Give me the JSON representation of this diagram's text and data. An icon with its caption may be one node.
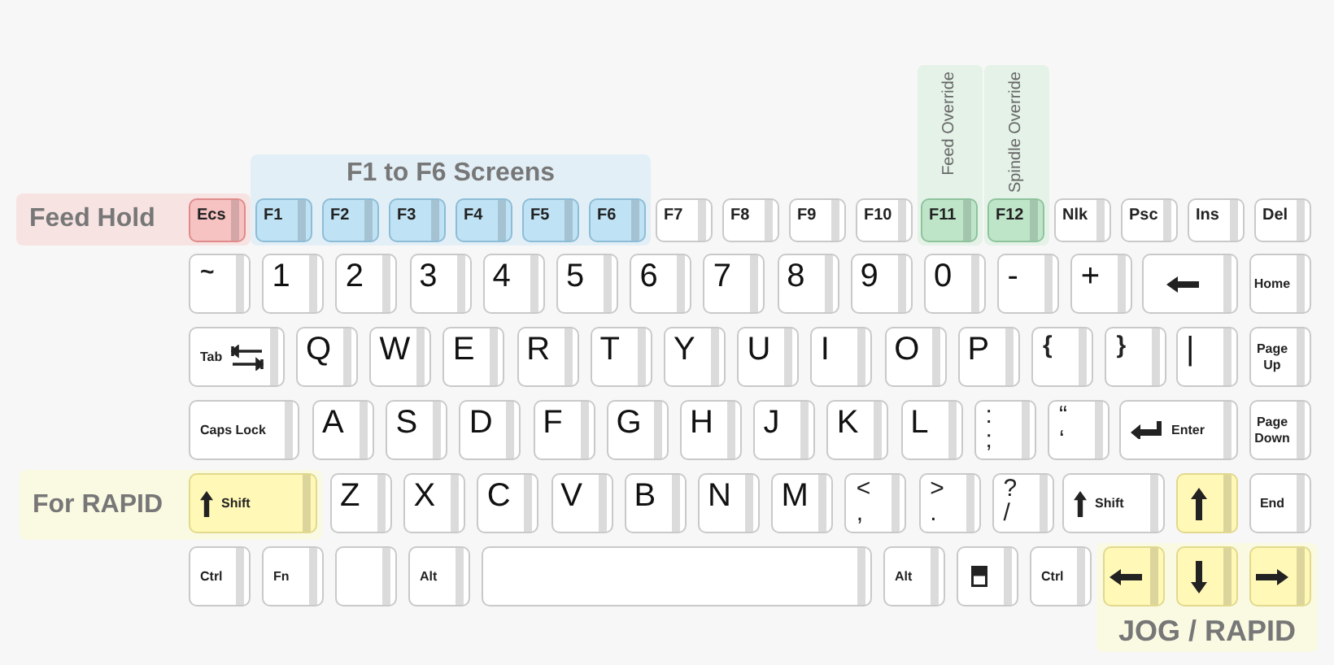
{
  "diagram": {
    "nodes": [
      {
        "text": [
          "Feed Override"
        ]
      },
      {
        "text": [
          "Spindle Override"
        ]
      },
      {
        "text": [
          "F1 to F6 Screens"
        ]
      },
      {
        "text": [
          "Feed Hold"
        ]
      },
      {
        "text": [
          "Ecs"
        ],
        "in": 3
      },
      {
        "text": [
          "F1"
        ],
        "in": 2
      },
      {
        "text": [
          "F2"
        ],
        "in": 2
      },
      {
        "text": [
          "F3"
        ],
        "in": 2
      },
      {
        "text": [
          "F4"
        ],
        "in": 2
      },
      {
        "text": [
          "F5"
        ],
        "in": 2
      },
      {
        "text": [
          "F6"
        ],
        "in": 2
      },
      {
        "text": [
          "F7"
        ]
      },
      {
        "text": [
          "F8"
        ]
      },
      {
        "text": [
          "F9"
        ]
      },
      {
        "text": [
          "F10"
        ]
      },
      {
        "text": [
          "F11"
        ],
        "in": 0
      },
      {
        "text": [
          "F12"
        ],
        "in": 1
      },
      {
        "text": [
          "Nlk"
        ]
      },
      {
        "text": [
          "Psc"
        ]
      },
      {
        "text": [
          "Ins"
        ]
      },
      {
        "text": [
          "Del"
        ]
      },
      {
        "text": [
          "~"
        ]
      },
      {
        "text": [
          "1"
        ]
      },
      {
        "text": [
          "2"
        ]
      },
      {
        "text": [
          "3"
        ]
      },
      {
        "text": [
          "4"
        ]
      },
      {
        "text": [
          "5"
        ]
      },
      {
        "text": [
          "6"
        ]
      },
      {
        "text": [
          "7"
        ]
      },
      {
        "text": [
          "8"
        ]
      },
      {
        "text": [
          "9"
        ]
      },
      {
        "text": [
          "0"
        ]
      },
      {
        "text": [
          "-"
        ]
      },
      {
        "text": [
          "+"
        ]
      },
      {
        "text": [],
        "shape": "box"
      },
      {
        "text": [
          "Home"
        ]
      },
      {
        "text": [
          "Tab"
        ]
      },
      {
        "text": [
          "Q"
        ]
      },
      {
        "text": [
          "W"
        ]
      },
      {
        "text": [
          "E"
        ]
      },
      {
        "text": [
          "R"
        ]
      },
      {
        "text": [
          "T"
        ]
      },
      {
        "text": [
          "Y"
        ]
      },
      {
        "text": [
          "U"
        ]
      },
      {
        "text": [
          "I"
        ]
      },
      {
        "text": [
          "O"
        ]
      },
      {
        "text": [
          "P"
        ]
      },
      {
        "text": [
          "{"
        ]
      },
      {
        "text": [
          "}"
        ]
      },
      {
        "text": [
          "|"
        ]
      },
      {
        "text": [
          "Page Up"
        ]
      },
      {
        "text": [
          "Caps Lock"
        ]
      },
      {
        "text": [
          "A"
        ]
      },
      {
        "text": [
          "S"
        ]
      },
      {
        "text": [
          "D"
        ]
      },
      {
        "text": [
          "F"
        ]
      },
      {
        "text": [
          "G"
        ]
      },
      {
        "text": [
          "H"
        ]
      },
      {
        "text": [
          "J"
        ]
      },
      {
        "text": [
          "K"
        ]
      },
      {
        "text": [
          "L"
        ]
      },
      {
        "text": [
          ":",
          ";"
        ]
      },
      {
        "text": [
          "“",
          "‘"
        ]
      },
      {
        "text": [
          "Enter"
        ]
      },
      {
        "text": [
          "Page Down"
        ]
      },
      {
        "text": [
          "For RAPID"
        ]
      },
      {
        "text": [
          "Shift"
        ],
        "in": 65
      },
      {
        "text": [
          "Z"
        ]
      },
      {
        "text": [
          "X"
        ]
      },
      {
        "text": [
          "C"
        ]
      },
      {
        "text": [
          "V"
        ]
      },
      {
        "text": [
          "B"
        ]
      },
      {
        "text": [
          "N"
        ]
      },
      {
        "text": [
          "M"
        ]
      },
      {
        "text": [
          "<",
          ","
        ]
      },
      {
        "text": [
          ">",
          "."
        ]
      },
      {
        "text": [
          "?",
          "/"
        ]
      },
      {
        "text": [
          "Shift"
        ]
      },
      {
        "text": [],
        "shape": "box"
      },
      {
        "text": [
          "End"
        ]
      },
      {
        "text": [
          "Ctrl"
        ]
      },
      {
        "text": [
          "Fn"
        ]
      },
      {
        "text": [],
        "shape": "box"
      },
      {
        "text": [
          "Alt"
        ]
      },
      {
        "text": [],
        "shape": "box"
      },
      {
        "text": [
          "Alt"
        ]
      },
      {
        "text": [],
        "shape": "box"
      },
      {
        "text": [
          "Ctrl"
        ]
      },
      {
        "text": [
          "JOG / RAPID"
        ]
      },
      {
        "text": [],
        "shape": "box",
        "in": 88
      },
      {
        "text": [],
        "shape": "box",
        "in": 88
      },
      {
        "text": [],
        "shape": "box",
        "in": 88
      }
    ]
  }
}
